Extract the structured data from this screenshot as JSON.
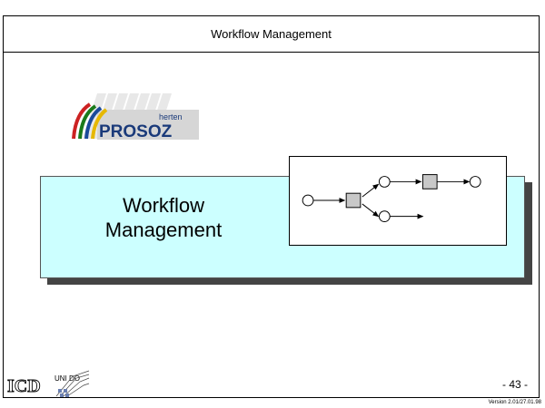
{
  "header": {
    "title": "Workflow Management"
  },
  "logo": {
    "word": "PROSOZ",
    "sub": "herten"
  },
  "panel": {
    "title_line1": "Workflow",
    "title_line2": "Management",
    "color": "#ccffff"
  },
  "footer": {
    "logo_text": "ICD",
    "uni_text": "UNI DO",
    "page_number": "- 43 -",
    "version": "Version 2.01/27.01.98"
  }
}
